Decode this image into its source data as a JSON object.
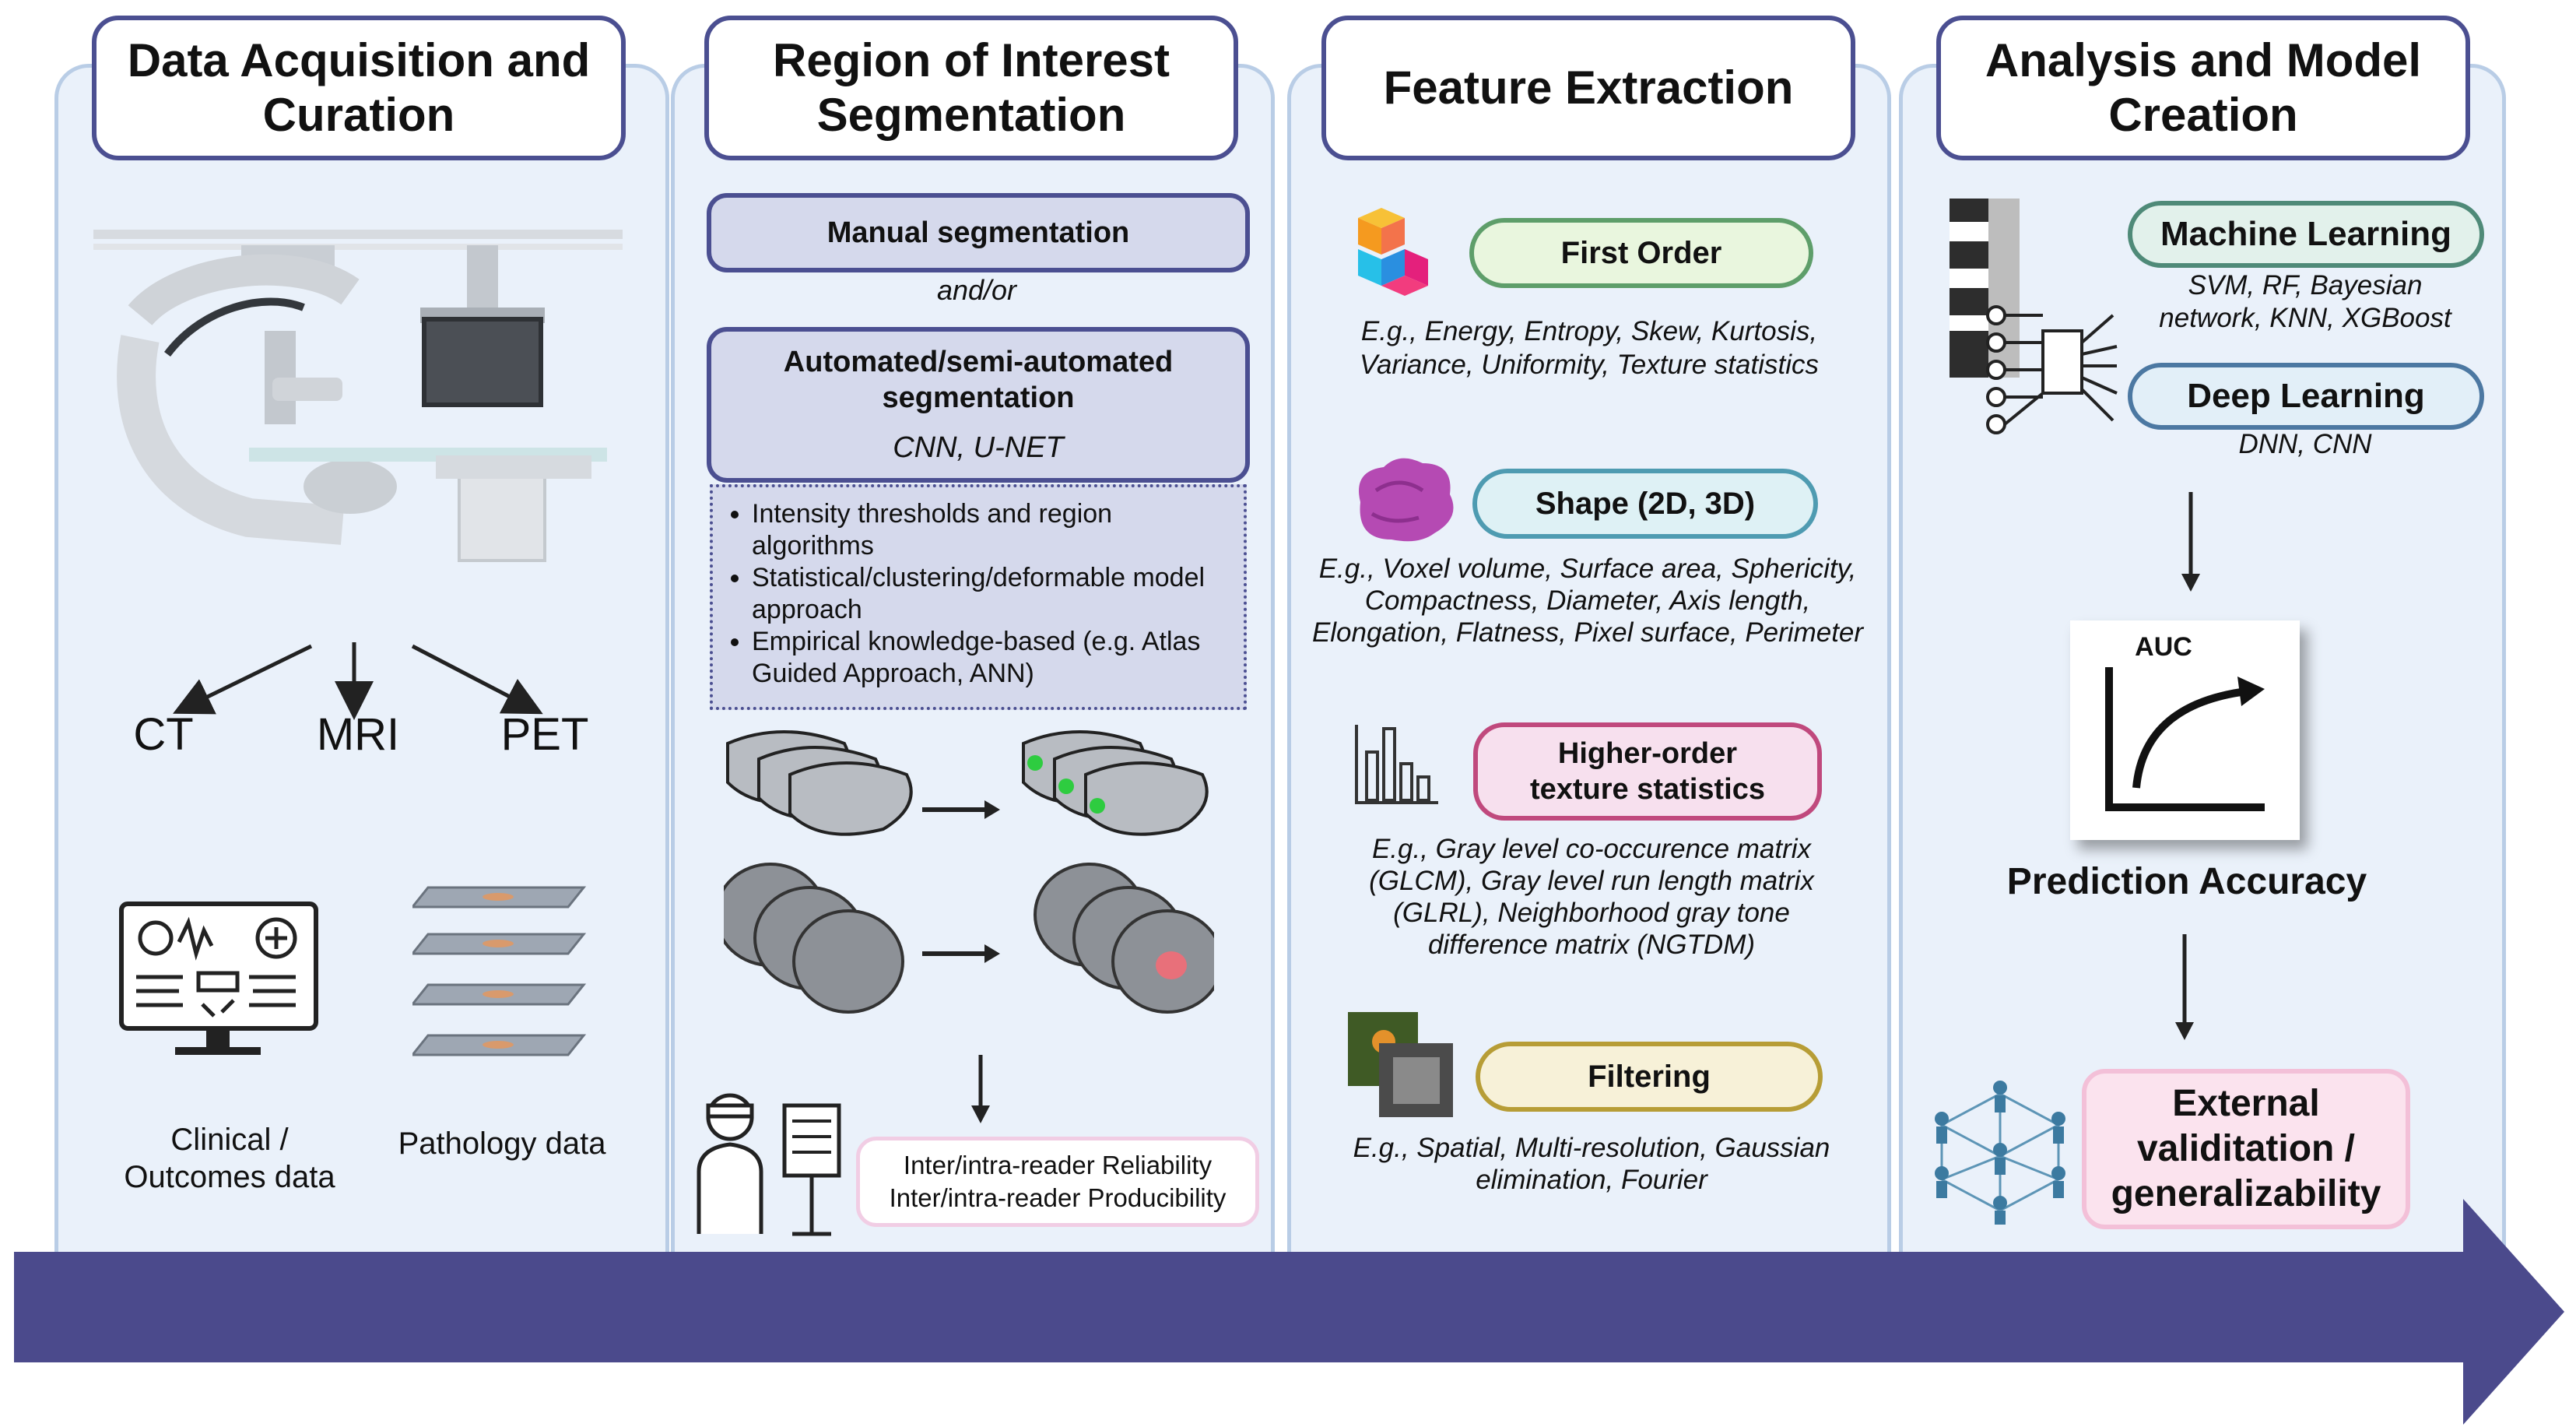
{
  "columns": [
    {
      "title": "Data Acquisition and Curation"
    },
    {
      "title": "Region of Interest Segmentation"
    },
    {
      "title": "Feature Extraction"
    },
    {
      "title": "Analysis and Model Creation"
    }
  ],
  "acquisition": {
    "modalities": [
      "CT",
      "MRI",
      "PET"
    ],
    "clinical_label": "Clinical / Outcomes data",
    "pathology_label": "Pathology data"
  },
  "segmentation": {
    "manual": "Manual segmentation",
    "andor": "and/or",
    "automated_title": "Automated/semi-automated segmentation",
    "automated_methods": "CNN, U-NET",
    "bullets": [
      "Intensity thresholds and region algorithms",
      "Statistical/clustering/deformable model approach",
      "Empirical knowledge-based (e.g. Atlas Guided Approach, ANN)"
    ],
    "reliability_1": "Inter/intra-reader Reliability",
    "reliability_2": "Inter/intra-reader Producibility"
  },
  "features": {
    "first_order": {
      "label": "First Order",
      "desc": "E.g., Energy, Entropy, Skew, Kurtosis, Variance, Uniformity, Texture statistics"
    },
    "shape": {
      "label": "Shape (2D, 3D)",
      "desc": "E.g., Voxel volume, Surface area, Sphericity, Compactness, Diameter, Axis length, Elongation, Flatness, Pixel surface, Perimeter"
    },
    "texture": {
      "label": "Higher-order texture statistics",
      "desc": "E.g., Gray level co-occurence matrix (GLCM), Gray level run length matrix (GLRL), Neighborhood gray tone difference matrix (NGTDM)"
    },
    "filtering": {
      "label": "Filtering",
      "desc": "E.g., Spatial, Multi-resolution, Gaussian elimination, Fourier"
    }
  },
  "analysis": {
    "ml_label": "Machine Learning",
    "ml_desc": "SVM, RF, Bayesian network, KNN, XGBoost",
    "dl_label": "Deep Learning",
    "dl_desc": "DNN, CNN",
    "auc": "AUC",
    "prediction": "Prediction Accuracy",
    "external": "External validitation / generalizability"
  },
  "colors": {
    "header_border": "#4b4f91",
    "panel_bg": "#eaf1fa",
    "panel_border": "#b9cde6",
    "banner": "#4b4a8c",
    "seg_box": "#d5d9ec",
    "first_order": "#e9f6de",
    "shape": "#def1f5",
    "texture": "#f7e0ee",
    "filtering": "#f7f1d8",
    "ml": "#e2f1eb",
    "dl": "#e2eff8",
    "external": "#fbe3ee"
  }
}
